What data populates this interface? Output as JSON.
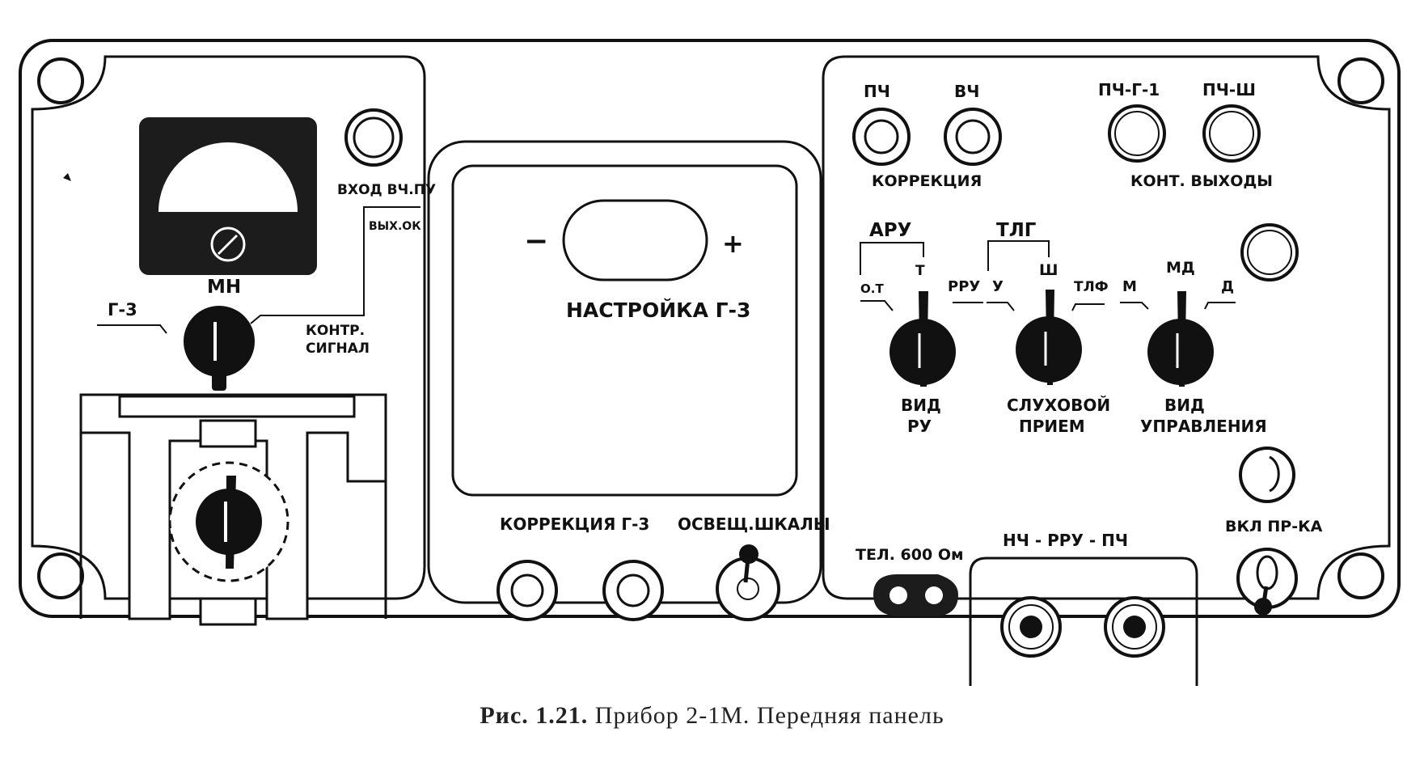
{
  "colors": {
    "ink": "#111111",
    "panel": "#ffffff",
    "meter_body": "#1c1c1c",
    "knob": "#111111"
  },
  "left_block": {
    "input_label": "ВХОД ВЧ.ПУ",
    "output_label": "ВЫХ.ОК",
    "meter_label": "МН",
    "switch_left_label": "Г-3",
    "switch_right_label": "КОНТР.\nСИГНАЛ"
  },
  "center_block": {
    "minus_label": "−",
    "plus_label": "+",
    "tuning_label": "НАСТРОЙКА Г-3",
    "correction_label": "КОРРЕКЦИЯ Г-3",
    "scale_light_label": "ОСВЕЩ.ШКАЛЫ"
  },
  "right_block": {
    "jack_labels": [
      "ПЧ",
      "ВЧ",
      "ПЧ-Г-1",
      "ПЧ-Ш"
    ],
    "correction_label": "КОРРЕКЦИЯ",
    "control_outputs_label": "КОНТ. ВЫХОДЫ",
    "aru_label": "АРУ",
    "tlg_label": "ТЛГ",
    "knob1_positions": [
      "О.Т",
      "Т",
      "РРУ"
    ],
    "knob2_positions": [
      "У",
      "Ш",
      "ТЛФ"
    ],
    "knob3_positions": [
      "М",
      "МД",
      "Д"
    ],
    "knob1_caption": "ВИД\nРУ",
    "knob2_caption": "СЛУХОВОЙ\nПРИЕМ",
    "knob3_caption": "ВИД\nУПРАВЛЕНИЯ",
    "power_label": "ВКЛ ПР-КА",
    "phone_label": "ТЕЛ. 600 Ом",
    "nch_label": "НЧ - РРУ - ПЧ"
  },
  "caption": {
    "number": "Рис. 1.21.",
    "text": "Прибор 2-1М. Передняя панель"
  }
}
